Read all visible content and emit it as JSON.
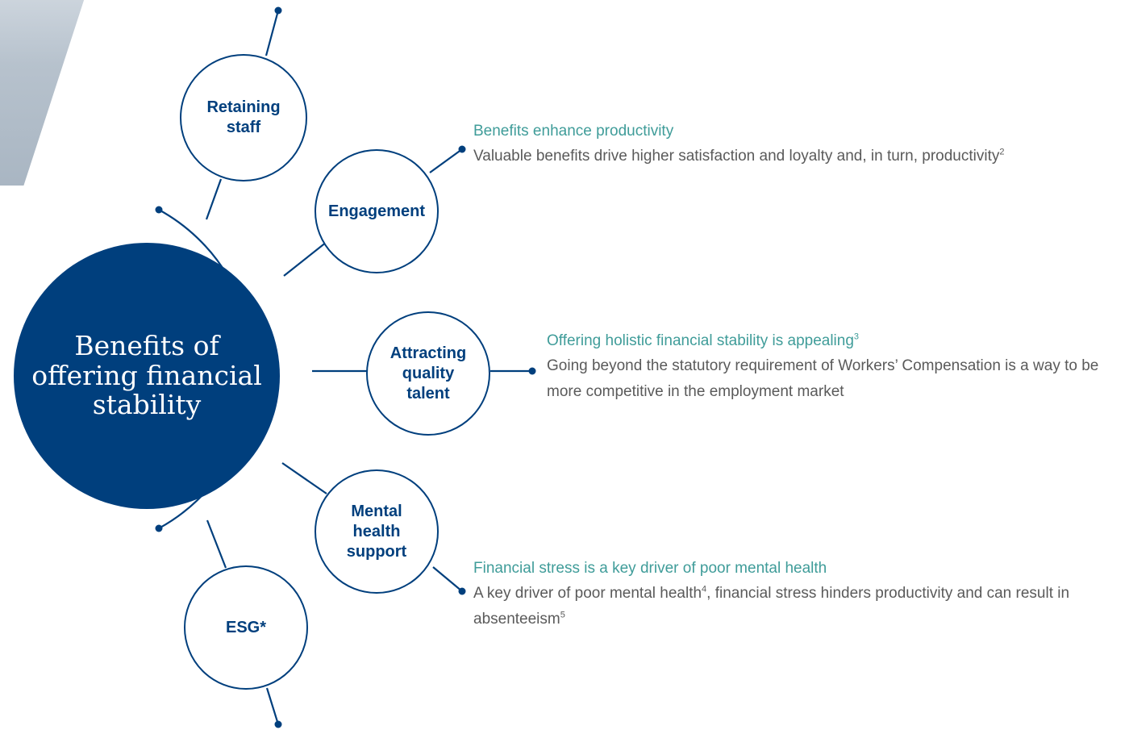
{
  "hub": {
    "label": "Benefits of\noffering financial\nstability"
  },
  "nodes": [
    {
      "id": "retain",
      "label": "Retaining\nstaff"
    },
    {
      "id": "engage",
      "label": "Engagement"
    },
    {
      "id": "attract",
      "label": "Attracting\nquality\ntalent"
    },
    {
      "id": "mental",
      "label": "Mental\nhealth\nsupport"
    },
    {
      "id": "esg",
      "label": "ESG*"
    }
  ],
  "callouts": [
    {
      "heading": "Benefits enhance productivity",
      "body": "Valuable benefits drive higher satisfaction and loyalty and, in turn, productivity",
      "body_sup": "2"
    },
    {
      "heading": "Offering holistic financial stability is appealing",
      "heading_sup": "3",
      "body": "Going beyond the statutory requirement of Workers’ Compensation is a way to be more competitive in the employment market"
    },
    {
      "heading": "Financial stress is a key driver of poor mental health",
      "body_a": "A key driver of poor mental health",
      "body_sup_a": "4",
      "body_b": ", financial stress hinders productivity and can result in absenteeism",
      "body_sup_b": "5"
    }
  ],
  "colors": {
    "navy": "#003F7D",
    "teal": "#3F9C99",
    "body_text": "#5A5A5A"
  }
}
